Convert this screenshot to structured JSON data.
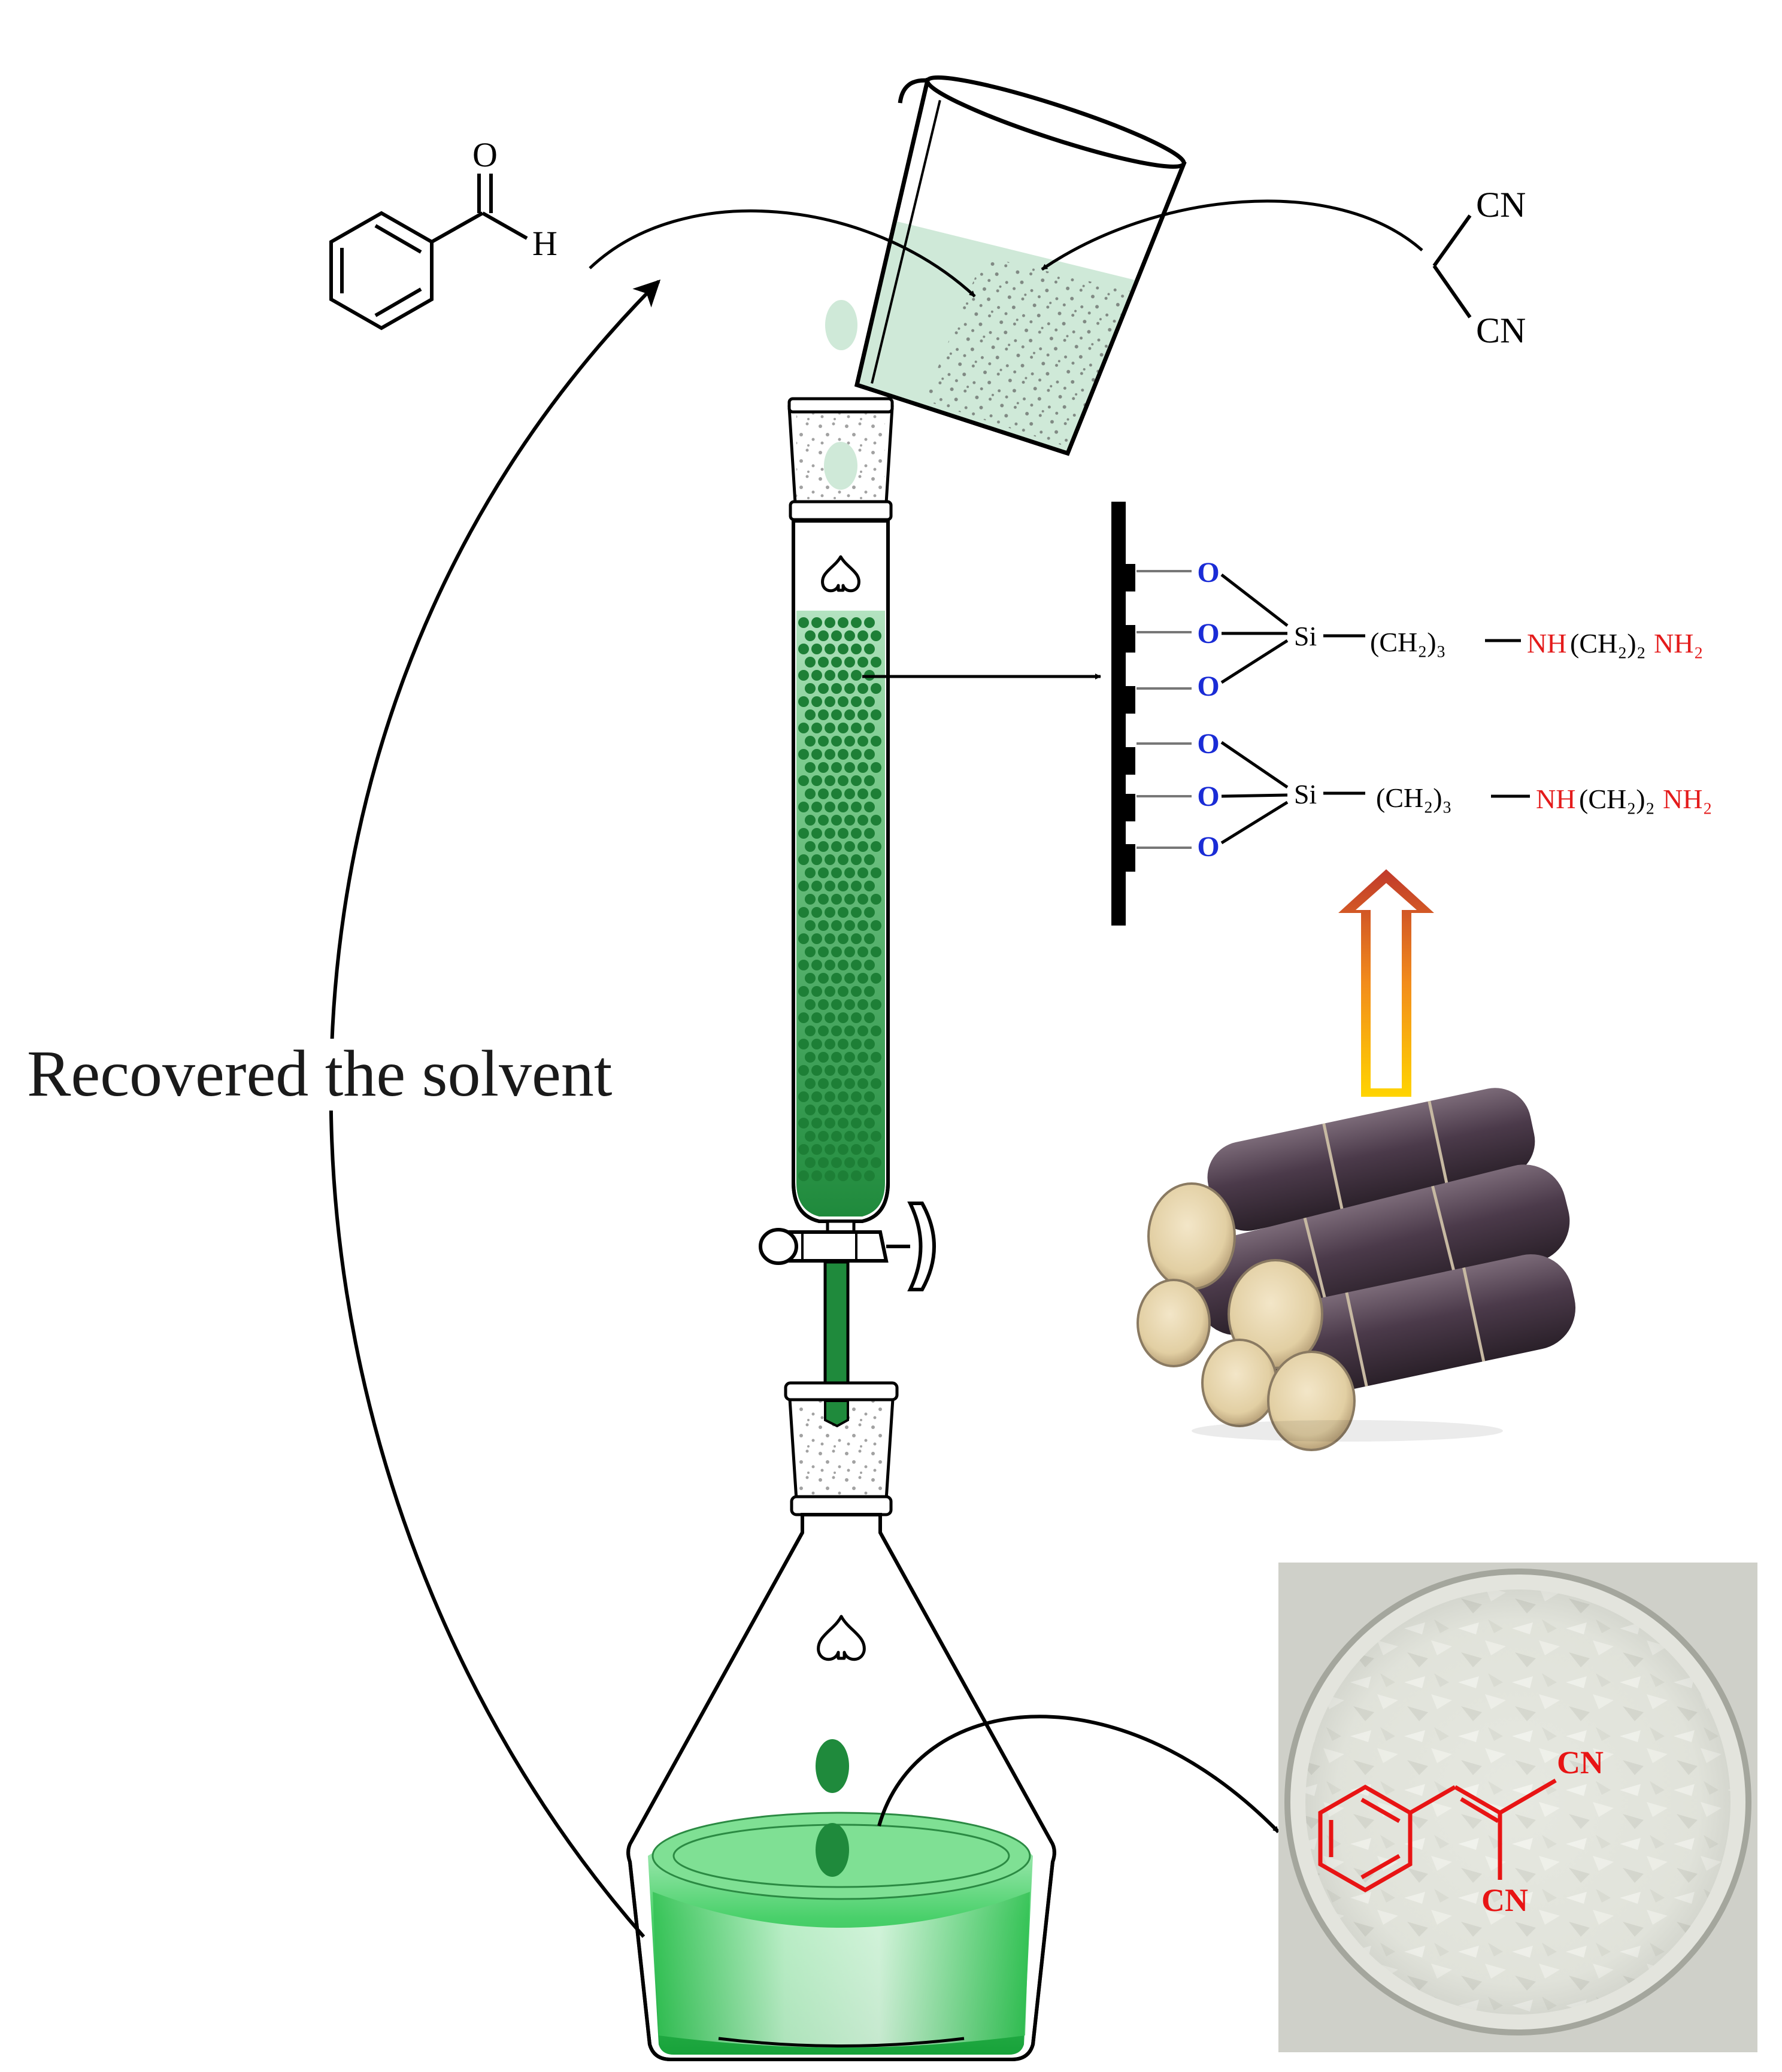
{
  "caption": "Recovered the solvent",
  "benzaldehyde": {
    "oxygen": "O",
    "hydrogen": "H"
  },
  "malononitrile": {
    "cn_top": "CN",
    "cn_bottom": "CN"
  },
  "funct_group": {
    "oxygen": "O",
    "silicon": "Si",
    "chain": "(CH₂)₃",
    "amine_nh": "NH",
    "mid_chain": "(CH₂)₂",
    "amine_nh2": "NH₂"
  },
  "product": {
    "cn_top": "CN",
    "cn_bottom": "CN"
  },
  "colors": {
    "liquid_light": "#cfe9d8",
    "packing_dark": "#1f8a3c",
    "packing_light": "#b4e3c1",
    "flask_liquid": "#3ec75e",
    "oxygen_blue": "#1a2cd6",
    "amine_red": "#e41b1b",
    "product_red": "#e81414",
    "arrow_top": "#c0392b",
    "arrow_bottom": "#ffd400"
  },
  "icons": [
    "spade-icon",
    "stopcock-icon",
    "sugarcane-photo",
    "petri-dish-photo"
  ]
}
